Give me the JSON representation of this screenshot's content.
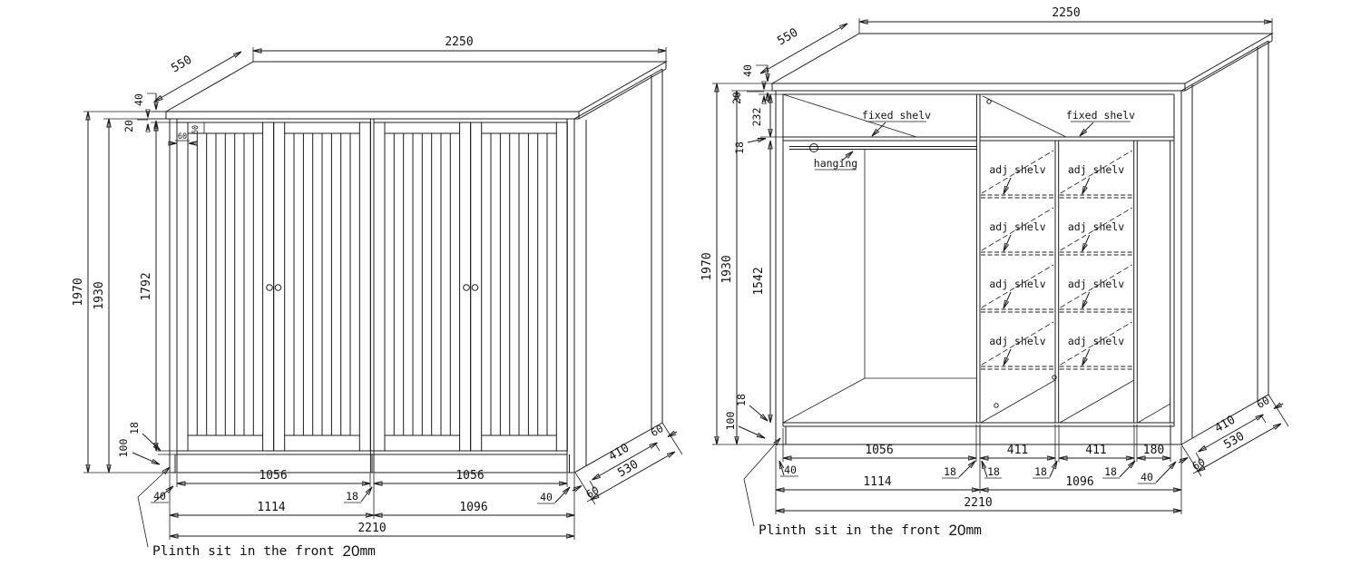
{
  "drawing": {
    "kind": "wardrobe cabinet workshop drawing",
    "views": [
      "front view",
      "interior view"
    ]
  },
  "dims": {
    "overall_width": "2250",
    "top_depth": "550",
    "top_thickness": "40",
    "top_reveal": "20",
    "frame_60": "60",
    "overall_height": "1970",
    "carcass_height": "1930",
    "door_height": "1792",
    "panel_18": "18",
    "plinth_height": "100",
    "door_opening": "1056",
    "module_left": "1114",
    "module_right": "1096",
    "carcass_width": "2210",
    "side_410": "410",
    "side_530": "530",
    "shelf_space": "232",
    "interior_height": "1542",
    "pigeonhole_411": "411",
    "pigeonhole_180": "180",
    "end_40": "40"
  },
  "labels": {
    "fixed_shelf": "fixed shelv",
    "adjustable_shelf": "adj shelv",
    "hanging": "hanging"
  },
  "note": {
    "text": "Plinth sit in the front ",
    "value": "20",
    "unit": "mm"
  }
}
